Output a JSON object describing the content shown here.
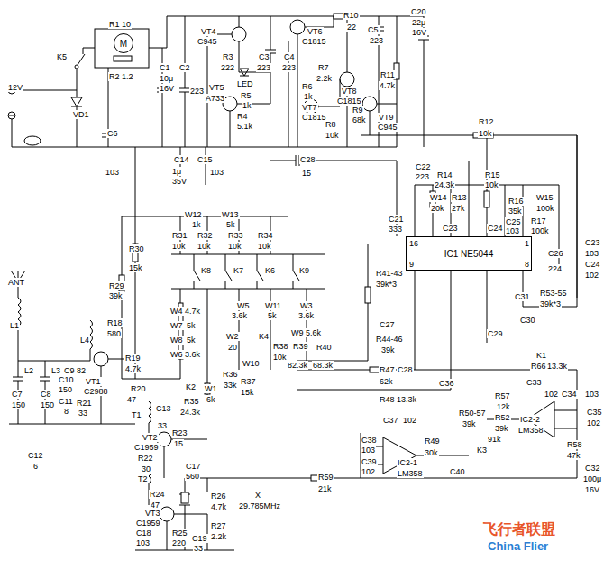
{
  "diagram": {
    "nodes": [
      {
        "text": [
          "M"
        ]
      },
      {
        "text": [
          "IC1 NE5044"
        ]
      }
    ],
    "labels": [
      "R1 10",
      "R2 1.2",
      "K5",
      "12V",
      "VD1",
      "C6",
      "103",
      "VT4",
      "C945",
      "R3",
      "222",
      "C3",
      "223",
      "VT5",
      "A733",
      "LED",
      "R5",
      "1k",
      "R4",
      "5.1k",
      "C1",
      "10μ",
      "16V",
      "C2",
      "223",
      "R10",
      "22",
      "C5",
      "223",
      "C20",
      "22μ",
      "16V",
      "VT6",
      "C1815",
      "C4",
      "223",
      "R7",
      "2.2k",
      "R6",
      "1k",
      "VT7",
      "C1815",
      "VT8",
      "C1815",
      "R9",
      "68k",
      "R8",
      "10k",
      "R11",
      "4.7k",
      "VT9",
      "C945",
      "R12",
      "10k",
      "C14",
      "C15",
      "1μ",
      "103",
      "35V",
      "C28",
      "15",
      "C22",
      "223",
      "R14",
      "24.3k",
      "R15",
      "10k",
      "W14",
      "20k",
      "R13",
      "27k",
      "R16",
      "35k",
      "W15",
      "100k",
      "R17",
      "100k",
      "C21",
      "333",
      "C23",
      "C24",
      "C25",
      "103",
      "16",
      "1",
      "9",
      "8",
      "C26",
      "224",
      "C23",
      "103",
      "C24",
      "102",
      "W12",
      "1k",
      "W13",
      "5k",
      "R31",
      "10k",
      "R32",
      "10k",
      "R33",
      "10k",
      "R34",
      "10k",
      "R30",
      "15k",
      "R29",
      "39k",
      "K8",
      "K7",
      "K6",
      "K9",
      "W4",
      "4.7k",
      "W7",
      "5k",
      "W8",
      "5k",
      "W6",
      "3.6k",
      "W5",
      "3.6k",
      "W11",
      "5k",
      "W3",
      "3.6k",
      "W2",
      "20",
      "K4",
      "W9",
      "5.6k",
      "W10",
      "R38",
      "10k",
      "R39",
      "82.3k",
      "R40",
      "68.3k",
      "R41-43",
      "39k*3",
      "C27",
      "R44-46",
      "39k",
      "R53-55",
      "39k*3",
      "C31",
      "C30",
      "C29",
      "K1",
      "R66",
      "13.3k",
      "C33",
      "102",
      "C34",
      "103",
      "C35",
      "102",
      "IC2-2",
      "LM358",
      "R58",
      "47k",
      "C32",
      "100μ",
      "16V",
      "R57",
      "12k",
      "R52",
      "39k",
      "R50-57",
      "39k",
      "91k",
      "K3",
      "C40",
      "R49",
      "30k",
      "IC2-1",
      "LM358",
      "C37",
      "102",
      "C38",
      "103",
      "C39",
      "102",
      "R47",
      "62k",
      "C28",
      "C36",
      "R48 13.3k",
      "R59",
      "21k",
      "X",
      "29.785MHz",
      "ANT",
      "L1",
      "L2",
      "L3",
      "C9",
      "82",
      "L4",
      "R18",
      "580",
      "R19",
      "4.7k",
      "C7",
      "150",
      "C8",
      "150",
      "C10",
      "150",
      "C11",
      "8",
      "VT1",
      "C2988",
      "R21",
      "33",
      "R20",
      "47",
      "T1",
      "C13",
      "33",
      "K2",
      "R35",
      "24.3k",
      "W1",
      "6k",
      "R36",
      "33k",
      "R37",
      "15k",
      "VT2",
      "C1959",
      "R23",
      "15",
      "R22",
      "30",
      "C17",
      "560",
      "T2",
      "R24",
      "47",
      "VT3",
      "C1959",
      "R26",
      "4.7k",
      "C18",
      "103",
      "R25",
      "220",
      "R27",
      "2.2k",
      "C19",
      "33",
      "C12",
      "6",
      "飞行者联盟",
      "China Flier"
    ]
  }
}
